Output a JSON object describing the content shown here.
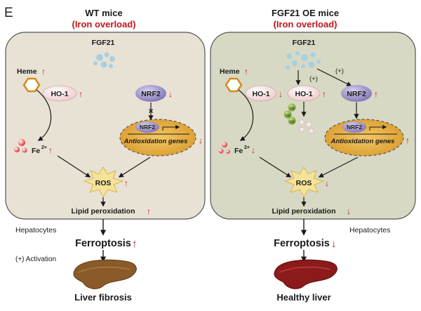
{
  "panel_letter": "E",
  "colors": {
    "accent_red": "#c0161b",
    "cell_left": "#e8e2d4",
    "cell_right": "#d7d9c4",
    "oval": "#e9b347",
    "nrf2": "#9b8fc5",
    "ho1": "#f4dada",
    "ros": "#f6e39a",
    "liver_fibrosis": "#8a5a2a",
    "liver_healthy": "#8c1a1a"
  },
  "left": {
    "title": "WT mice",
    "subtitle": "(Iron overload)",
    "fgf21": "FGF21",
    "heme": "Heme",
    "ho1": "HO-1",
    "nrf2": "NRF2",
    "nrf2_inner": "NRF2",
    "antiox": "Antioxidation genes",
    "fe": "Fe",
    "fe_sup": "2+",
    "ros": "ROS",
    "lipid": "Lipid peroxidation",
    "hepatocytes": "Hepatocytes",
    "ferroptosis": "Ferroptosis",
    "outcome": "Liver fibrosis",
    "block_mark": "×"
  },
  "right": {
    "title": "FGF21 OE mice",
    "subtitle": "(Iron overload)",
    "fgf21": "FGF21",
    "heme": "Heme",
    "ho1_left": "HO-1",
    "ho1": "HO-1",
    "nrf2": "NRF2",
    "nrf2_inner": "NRF2",
    "antiox": "Antioxidation genes",
    "fe": "Fe",
    "fe_sup": "2+",
    "ros": "ROS",
    "lipid": "Lipid peroxidation",
    "hepatocytes": "Hepatocytes",
    "ferroptosis": "Ferroptosis",
    "outcome": "Healthy liver",
    "plus_a": "(+)",
    "plus_b": "(+)",
    "ub": "Ub"
  },
  "legend": {
    "activation": "(+) Activation"
  }
}
